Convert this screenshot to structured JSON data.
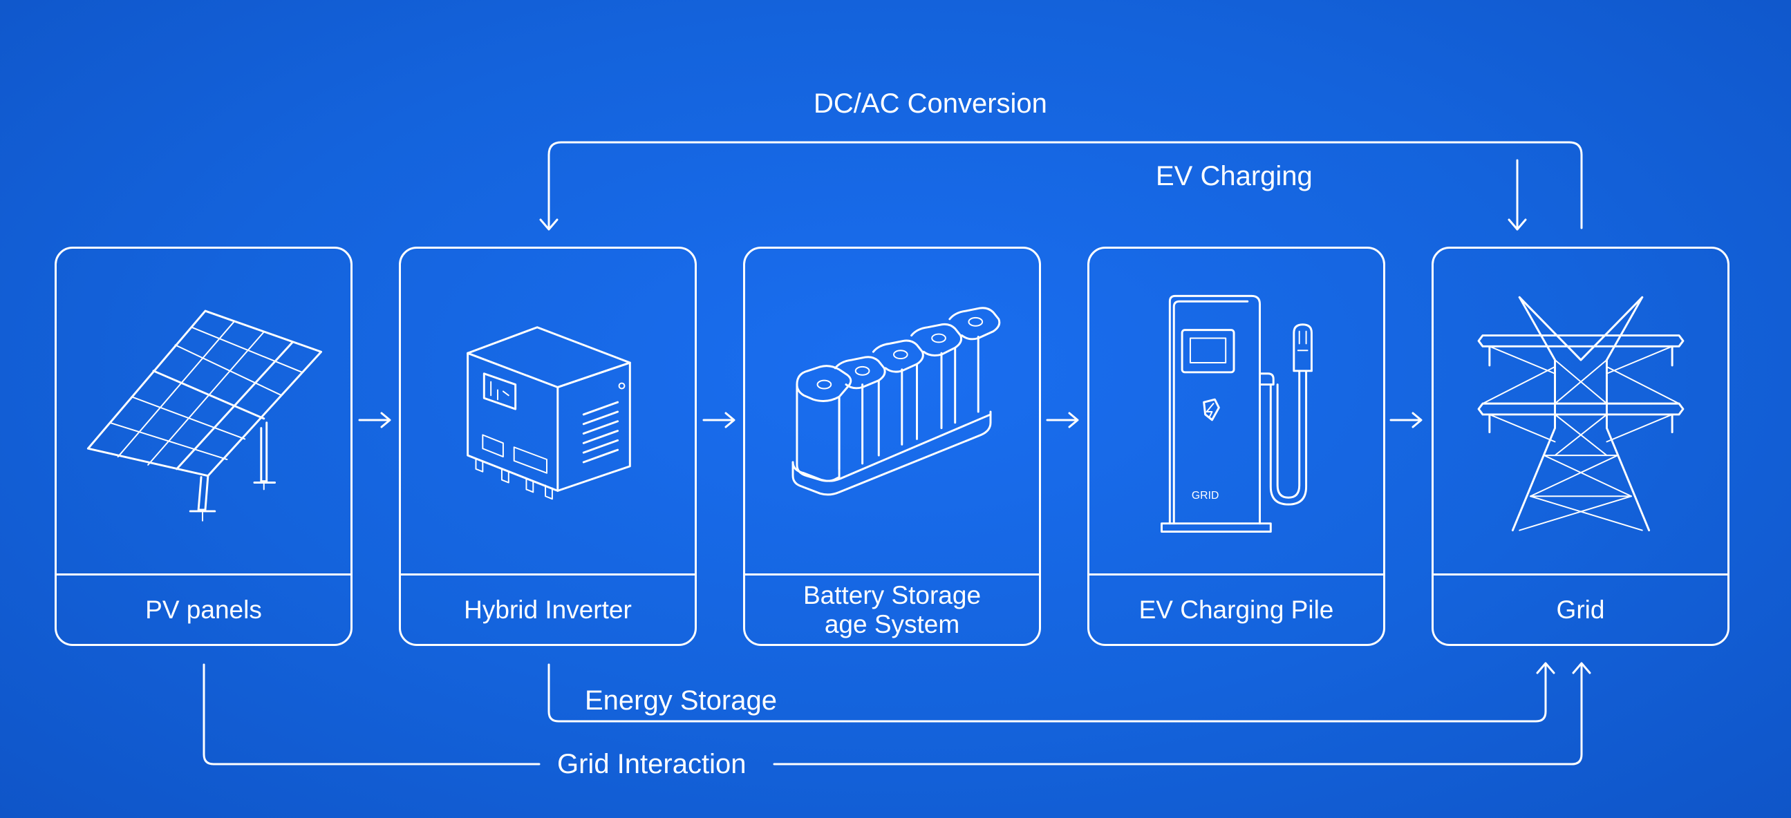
{
  "nodes": [
    {
      "label": "PV panels",
      "icon": "solar-panel-icon"
    },
    {
      "label": "Hybrid Inverter",
      "icon": "inverter-icon"
    },
    {
      "label": "Battery Storage\nage System",
      "icon": "battery-pack-icon"
    },
    {
      "label": "EV Charging Pile",
      "icon": "ev-charger-icon",
      "icon_text": "GRID"
    },
    {
      "label": "Grid",
      "icon": "transmission-tower-icon"
    }
  ],
  "flows": {
    "dc_ac": "DC/AC Conversion",
    "ev_charging": "EV Charging",
    "energy_storage": "Energy Storage",
    "grid_interaction": "Grid Interaction"
  },
  "colors": {
    "background": "#1565e0",
    "line": "#ffffff"
  }
}
